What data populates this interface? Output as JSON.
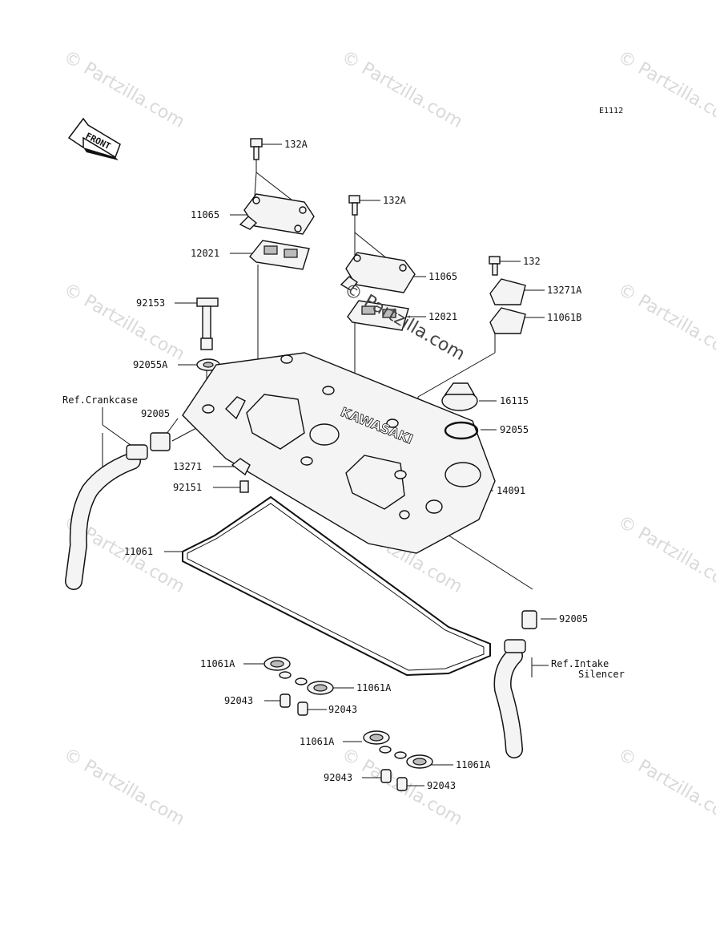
{
  "diagram_code": "E1112",
  "front_label": "FRONT",
  "watermark_text": "© Partzilla.com",
  "overlay_watermark": "© Partzilla.com",
  "cover_lettering": "KAWASAKI",
  "labels": {
    "l132a_1": "132A",
    "l132a_2": "132A",
    "l132": "132",
    "l11065_1": "11065",
    "l11065_2": "11065",
    "l12021_1": "12021",
    "l12021_2": "12021",
    "l13271a": "13271A",
    "l11061b": "11061B",
    "l92153": "92153",
    "l92055a": "92055A",
    "ref_crankcase": "Ref.Crankcase",
    "l92005_1": "92005",
    "l16115": "16115",
    "l92055": "92055",
    "l13271": "13271",
    "l92151": "92151",
    "l14091": "14091",
    "l11061": "11061",
    "l92005_2": "92005",
    "ref_intake_1": "Ref.Intake",
    "ref_intake_2": "Silencer",
    "l11061a_1": "11061A",
    "l11061a_2": "11061A",
    "l92043_1": "92043",
    "l92043_2": "92043",
    "l11061a_3": "11061A",
    "l11061a_4": "11061A",
    "l92043_3": "92043",
    "l92043_4": "92043"
  }
}
